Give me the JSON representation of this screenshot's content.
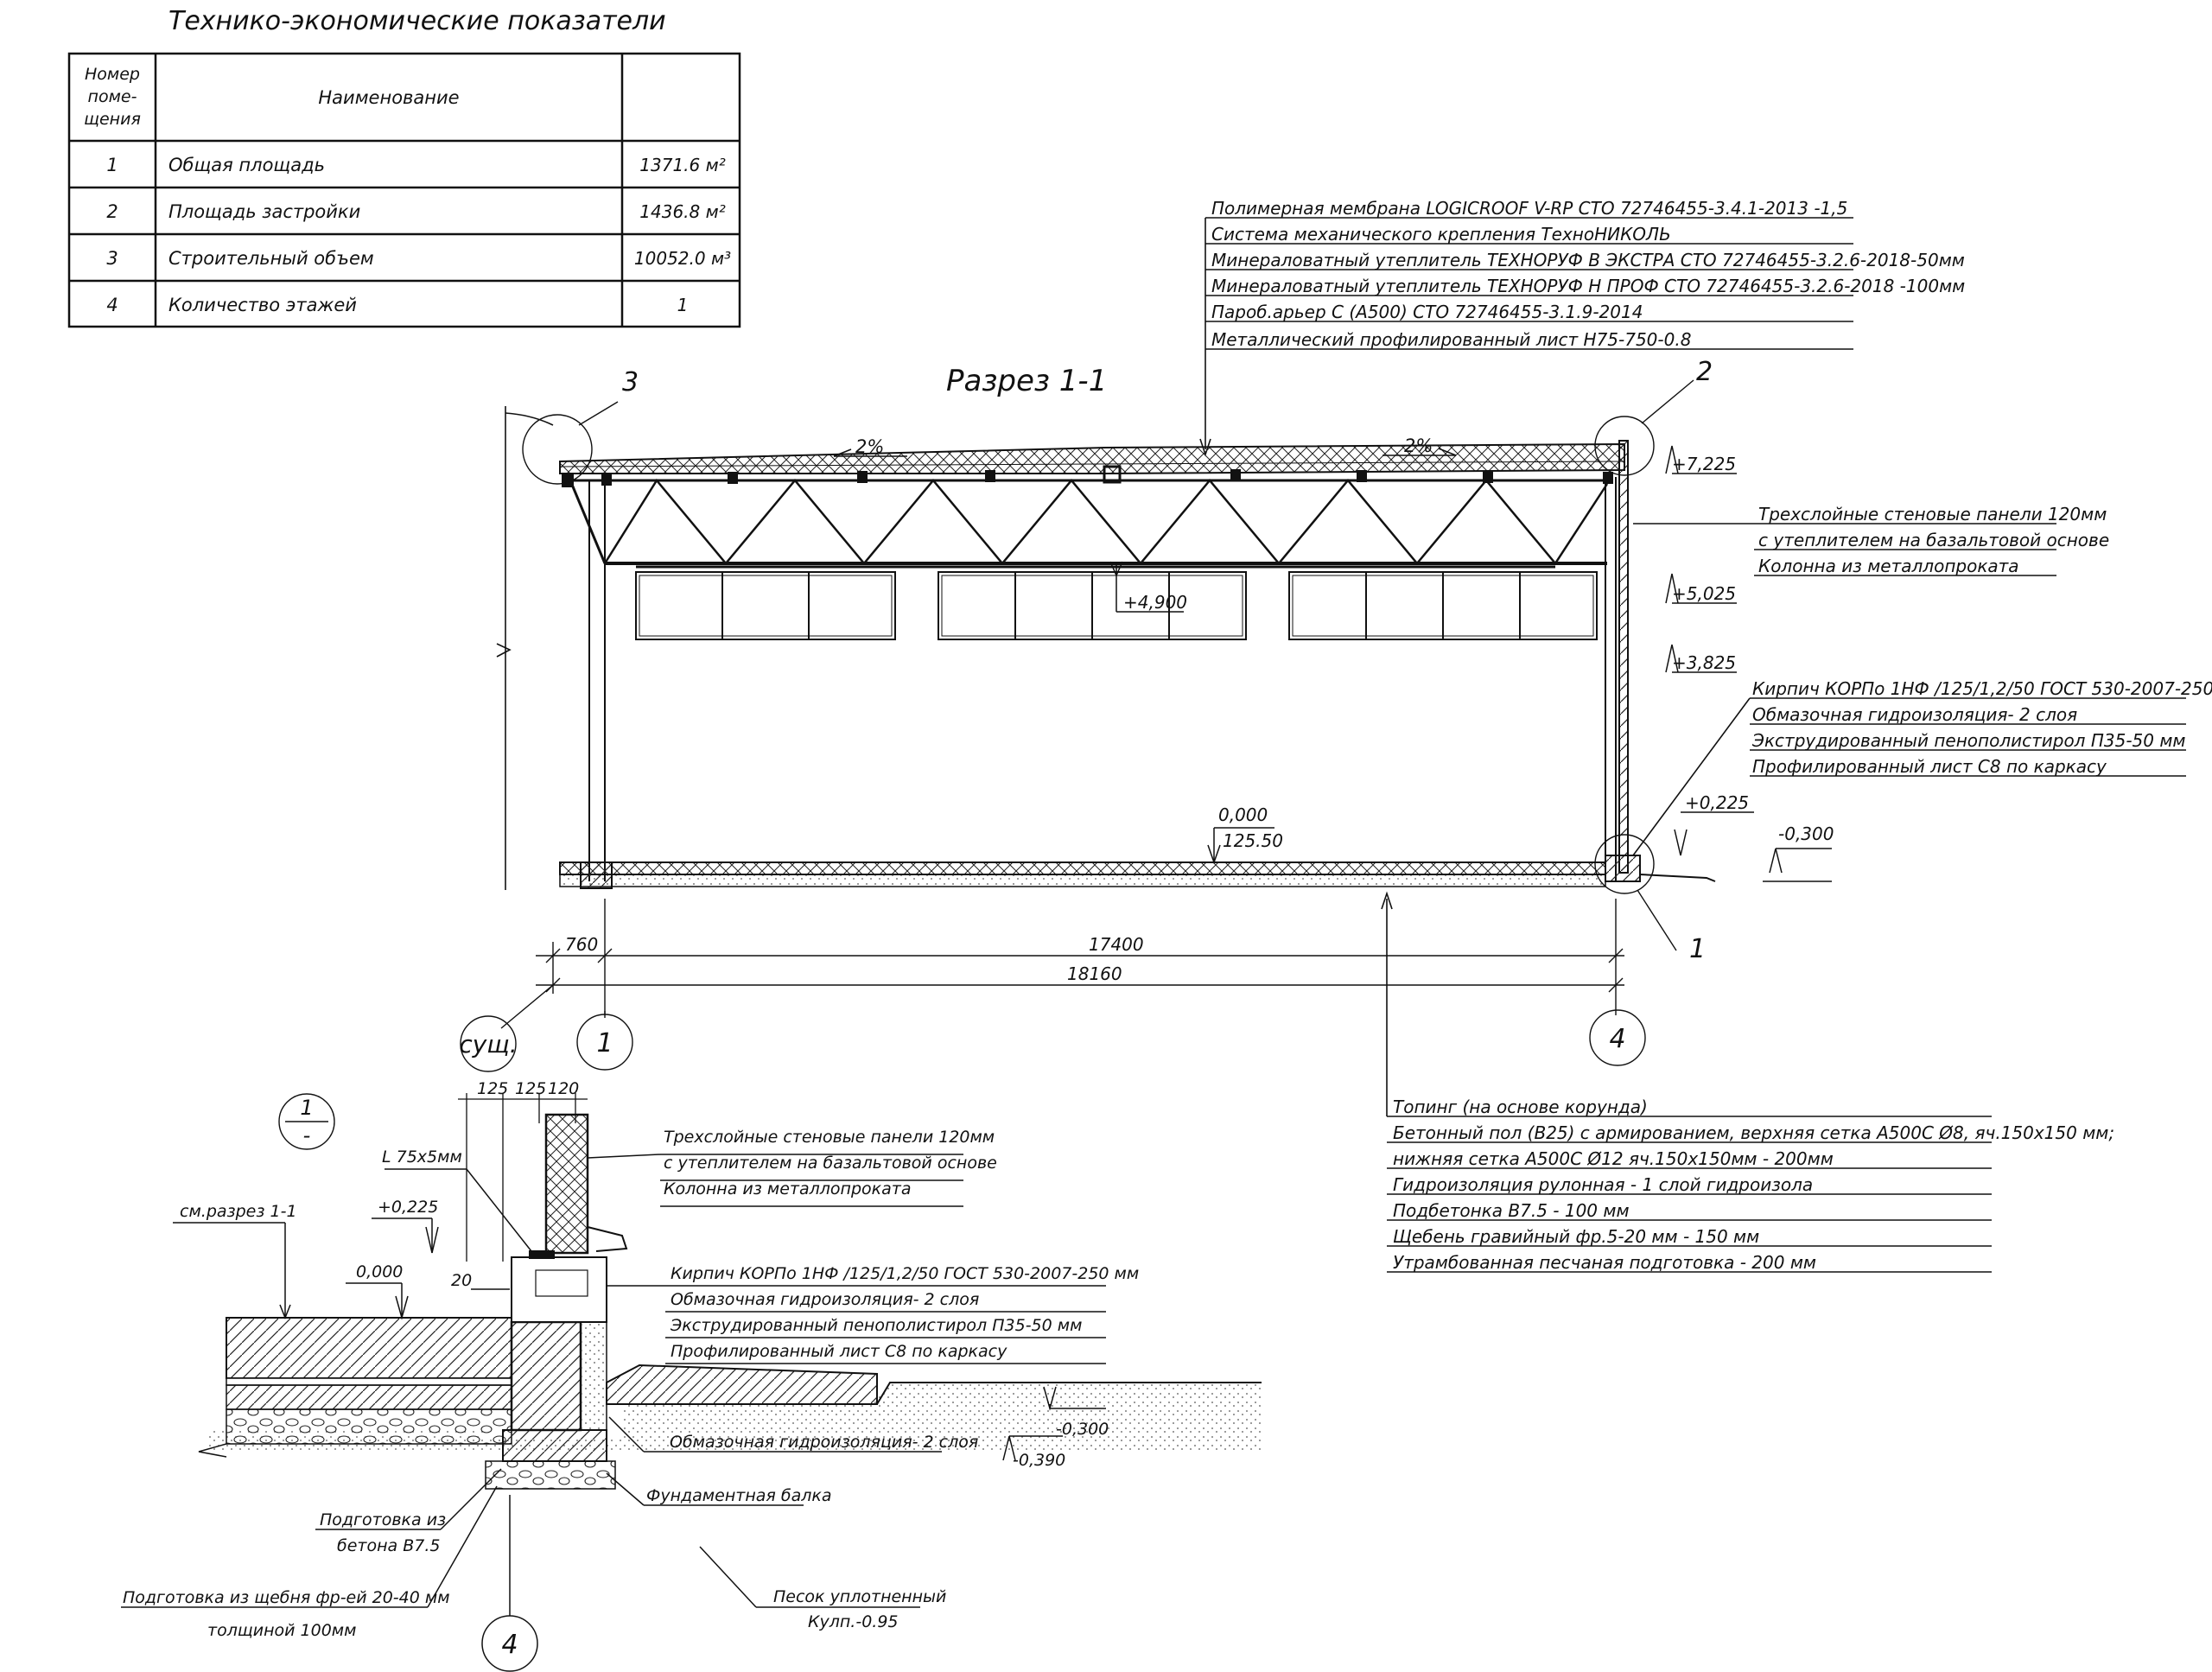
{
  "tep": {
    "title": "Технико-экономические показатели",
    "header": {
      "num": [
        "Номер",
        "поме-",
        "щения"
      ],
      "name": "Наименование",
      "value": ""
    },
    "rows": [
      {
        "num": "1",
        "name": "Общая площадь",
        "value": "1371.6 м²"
      },
      {
        "num": "2",
        "name": "Площадь застройки",
        "value": "1436.8 м²"
      },
      {
        "num": "3",
        "name": "Строительный объем",
        "value": "10052.0 м³"
      },
      {
        "num": "4",
        "name": "Количество этажей",
        "value": "1"
      }
    ]
  },
  "section": {
    "title": "Разрез 1-1",
    "roof_layers": [
      "Полимерная мембрана LOGICROOF V-RP СТО 72746455-3.4.1-2013 -1,5",
      "Система механического крепления ТехноНИКОЛЬ",
      "Минераловатный утеплитель ТЕХНОРУФ В ЭКСТРА СТО 72746455-3.2.6-2018-50мм",
      "Минераловатный утеплитель ТЕХНОРУФ Н ПРОФ СТО 72746455-3.2.6-2018  -100мм",
      "Пароб.арьер С (А500) СТО 72746455-3.1.9-2014",
      "Металлический профилированный лист Н75-750-0.8"
    ],
    "wall_layers": [
      "Трехслойные стеновые панели 120мм",
      "с утеплителем на базальтовой основе",
      "Колонна из металлопроката"
    ],
    "plinth_layers": [
      "Кирпич КОРПо  1НФ /125/1,2/50 ГОСТ 530-2007-250 мм",
      "Обмазочная гидроизоляция- 2 слоя",
      "Экструдированный пенополистирол П35-50 мм",
      "Профилированный лист С8 по каркасу"
    ],
    "floor_layers": [
      "Топинг (на основе корунда)",
      "Бетонный пол (В25) с армированием,  верхняя сетка А500С Ø8, яч.150х150 мм;",
      "нижняя сетка А500С Ø12 яч.150х150мм  - 200мм",
      "Гидроизоляция рулонная - 1 слой гидроизола",
      "Подбетонка В7.5 - 100 мм",
      "Щебень гравийный фр.5-20 мм - 150 мм",
      "Утрамбованная песчаная подготовка - 200 мм"
    ],
    "slopes": [
      "2%",
      "2%"
    ],
    "levels": {
      "top": "+7,225",
      "l5025": "+5,025",
      "l4900": "+4,900",
      "l3825": "+3,825",
      "l0225": "+0,225",
      "zero": "0,000",
      "abs": "125.50",
      "ground": "-0,300"
    },
    "dims": {
      "d760": "760",
      "d17400": "17400",
      "d18160": "18160"
    },
    "callouts": {
      "c1": "1",
      "c2": "2",
      "c3": "3"
    },
    "axes": {
      "exist": "сущ.",
      "a1": "1",
      "a4": "4"
    }
  },
  "detail": {
    "marker_top": "1",
    "marker_bottom": "-",
    "dims": [
      "125",
      "125",
      "120"
    ],
    "angle": "L 75х5мм",
    "ref": "см.разрез 1-1",
    "levels": {
      "l0225": "+0,225",
      "zero": "0,000",
      "d20": "20",
      "m0300": "-0,300",
      "m0390": "-0,390"
    },
    "wall_layers": [
      "Трехслойные стеновые панели 120мм",
      "с утеплителем на базальтовой основе",
      "Колонна из металлопроката"
    ],
    "plinth_layers": [
      "Кирпич КОРПо  1НФ /125/1,2/50 ГОСТ 530-2007-250 мм",
      "Обмазочная гидроизоляция- 2 слоя",
      "Экструдированный пенополистирол П35-50 мм",
      "Профилированный лист С8 по каркасу"
    ],
    "waterproof": "Обмазочная гидроизоляция- 2 слоя",
    "beam": "Фундаментная балка",
    "prep_concrete": [
      "Подготовка из",
      "бетона В7.5"
    ],
    "prep_gravel": [
      "Подготовка из щебня фр-ей 20-40 мм",
      "толщиной 100мм"
    ],
    "sand": [
      "Песок уплотненный",
      "Кулп.-0.95"
    ],
    "axis": "4"
  }
}
